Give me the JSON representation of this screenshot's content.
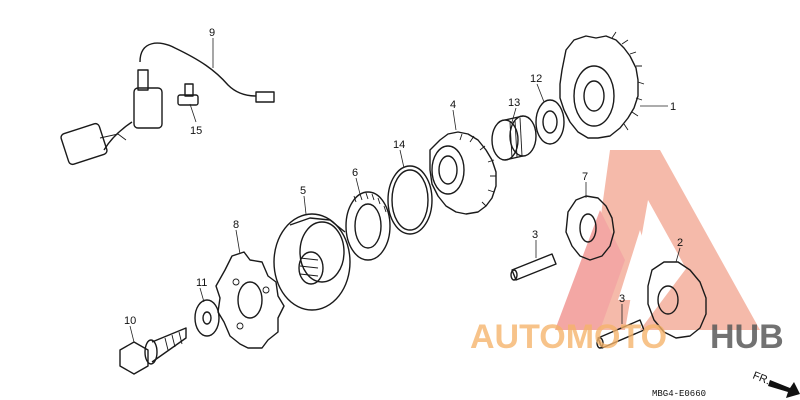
{
  "diagram_code": "MBG4-E0660",
  "direction_label": "FR.",
  "callouts": [
    "1",
    "2",
    "3",
    "3",
    "4",
    "5",
    "6",
    "7",
    "8",
    "9",
    "10",
    "11",
    "12",
    "13",
    "14",
    "15"
  ],
  "watermark": {
    "text_part1": "AUTOMOTO",
    "text_part2": "HUB",
    "color_primary": "#f5b36a",
    "color_secondary": "#5a5a5a",
    "logo_color": "#f08a86"
  }
}
